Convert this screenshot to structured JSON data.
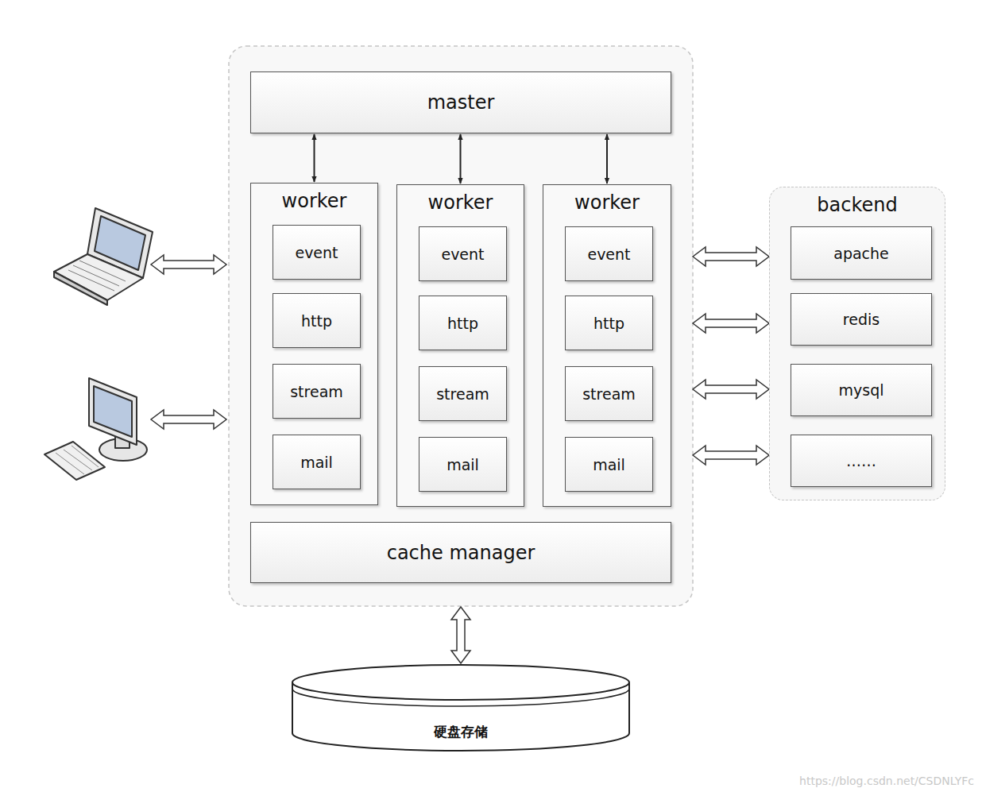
{
  "diagram": {
    "nodes": [
      {
        "text": [
          "master"
        ]
      },
      {
        "text": [
          "worker"
        ]
      },
      {
        "text": [
          "event"
        ],
        "in": 1
      },
      {
        "text": [
          "http"
        ],
        "in": 1
      },
      {
        "text": [
          "stream"
        ],
        "in": 1
      },
      {
        "text": [
          "mail"
        ],
        "in": 1
      },
      {
        "text": [
          "worker"
        ]
      },
      {
        "text": [
          "event"
        ],
        "in": 6
      },
      {
        "text": [
          "http"
        ],
        "in": 6
      },
      {
        "text": [
          "stream"
        ],
        "in": 6
      },
      {
        "text": [
          "mail"
        ],
        "in": 6
      },
      {
        "text": [
          "worker"
        ]
      },
      {
        "text": [
          "event"
        ],
        "in": 11
      },
      {
        "text": [
          "http"
        ],
        "in": 11
      },
      {
        "text": [
          "stream"
        ],
        "in": 11
      },
      {
        "text": [
          "mail"
        ],
        "in": 11
      },
      {
        "text": [
          "cache manager"
        ]
      },
      {
        "text": [
          "backend"
        ]
      },
      {
        "text": [
          "apache"
        ],
        "in": 17
      },
      {
        "text": [
          "redis"
        ],
        "in": 17
      },
      {
        "text": [
          "mysql"
        ],
        "in": 17
      },
      {
        "text": [
          "……"
        ],
        "in": 17
      },
      {
        "text": [
          "硬盘存储"
        ]
      }
    ],
    "edges": [
      {
        "from": 0,
        "to": 1,
        "arrow": "both"
      },
      {
        "from": 0,
        "to": 6,
        "arrow": "both"
      },
      {
        "from": 0,
        "to": 11,
        "arrow": "both"
      },
      {
        "from": 16,
        "to": 22,
        "arrow": "both"
      }
    ],
    "labels": [
      "https://blog.csdn.net/CSDNLYFc"
    ]
  }
}
